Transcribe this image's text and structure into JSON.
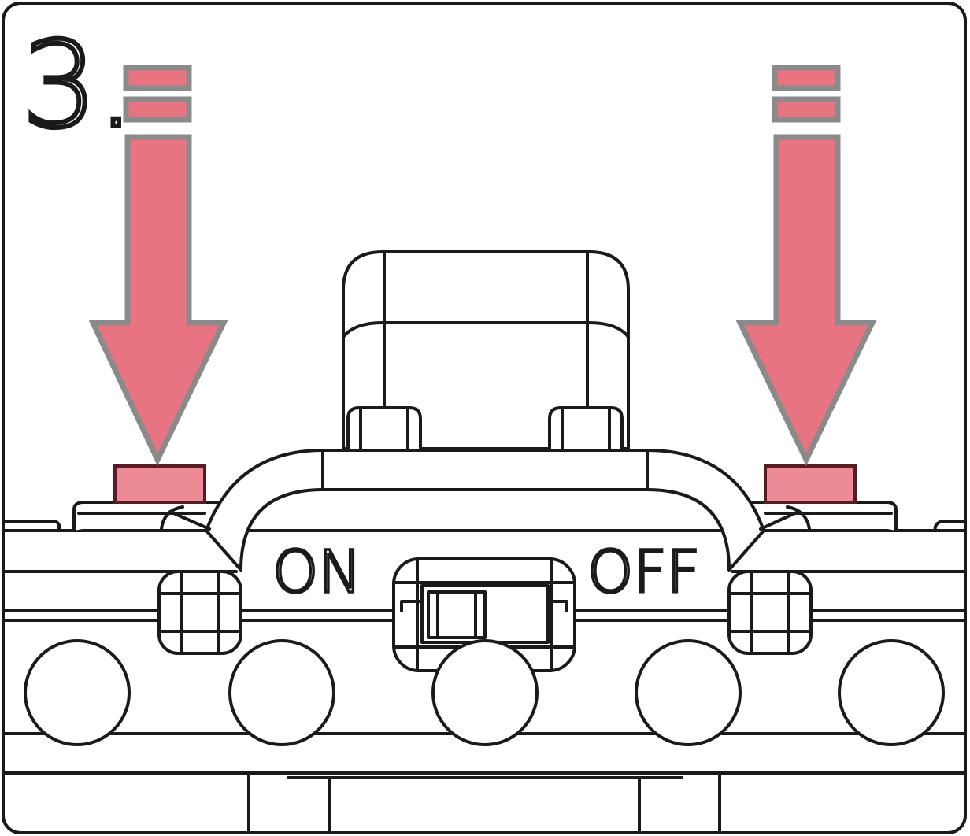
{
  "step": {
    "number": "3."
  },
  "switch": {
    "on_label": "ON",
    "off_label": "OFF"
  },
  "colors": {
    "arrow_fill": "#e87482",
    "arrow_stroke": "#8a8a8a",
    "button_fill": "#ec8a95",
    "button_stroke": "#5a1c24",
    "line": "#1a1a1a",
    "background": "#ffffff"
  },
  "icons": {
    "left": "press-down-arrow-icon",
    "right": "press-down-arrow-icon"
  }
}
